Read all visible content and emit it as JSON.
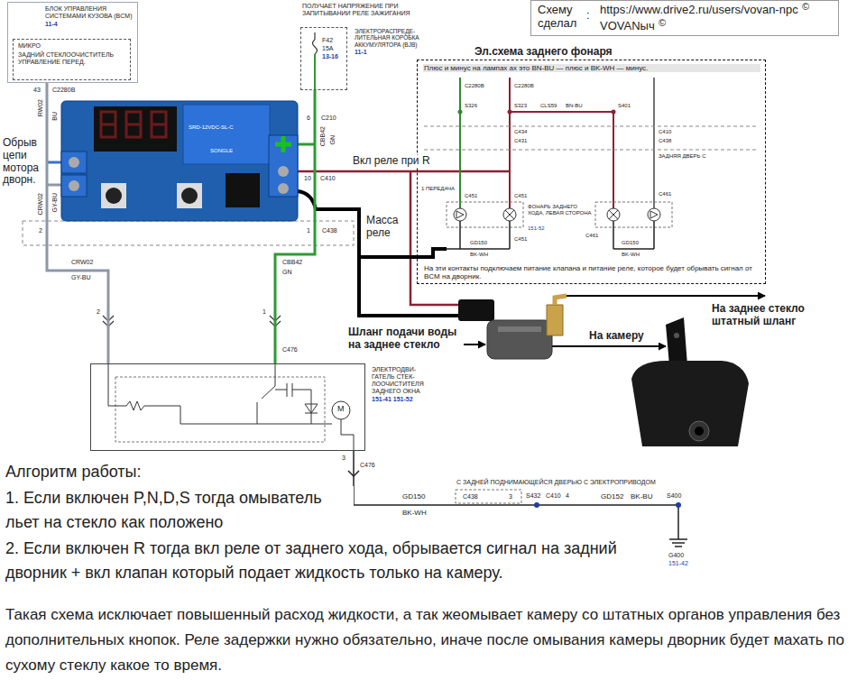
{
  "diagram": {
    "nodes": [
      {
        "text": [
          "БЛОК УПРАВЛЕНИЯ СИСТЕМАМИ КУЗОВА (BCM)",
          "11-4"
        ]
      },
      {
        "text": [
          "МИКРО",
          "ЗАДНИЙ СТЕКЛООЧИСТИТЕЛЬ УПРАВЛЕНИЕ ПЕРЕД."
        ],
        "in": 0
      },
      {
        "text": [
          "ПОЛУЧАЕТ НАПРЯЖЕНИЕ ПРИ ЗАПИТЫВАНИИ РЕЛЕ ЗАЖИГАНИЯ",
          "ЭЛЕКТРОРАСПРЕДЕ- ЛИТЕЛЬНАЯ КОРОБКА АККУМУЛЯТОРА (BJB)",
          "11-1",
          "F42",
          "15A",
          "13-16"
        ]
      },
      {
        "text": [
          "Схему сделал",
          ":",
          "https://www.drive2.ru/users/vovan-npc",
          "©",
          "VOVANыч",
          "©"
        ]
      },
      {
        "text": [
          "Эл.схема заднего фонаря",
          "Плюс и минус на лампах ах это BN-BU — плюс и BK-WH — минус.",
          "На эти контакты подключаем питание клапана и питание реле, которое будет обрывать сигнал от BCM на дворник."
        ]
      },
      {
        "text": [
          "ЭЛЕКТРОДВИ- ГАТЕЛЬ СТЕК- ЛООЧИСТИТЕЛЯ ЗАДНЕГО ОКНА",
          "151-41 151-52"
        ]
      }
    ],
    "edges": [
      {
        "from": 0,
        "to": 5,
        "arrow": "none"
      },
      {
        "from": 2,
        "to": 5,
        "arrow": "none"
      }
    ],
    "labels": [
      "43",
      "C2280B",
      "RW02",
      "BU",
      "Обрыв цепи мотора дворн.",
      "SRD-12VDC-SL-C",
      "SONGLE",
      "6",
      "C210",
      "CBB42",
      "GN",
      "Вкл реле при R",
      "10",
      "C410",
      "2",
      "1",
      "C438",
      "CRW02",
      "GY-BU",
      "Масса реле",
      "CRW02",
      "GY-BU",
      "CBB42",
      "GN",
      "2",
      "1",
      "C476",
      "M",
      "3",
      "C476",
      "GD150",
      "BK-WH",
      "С ЗАДНЕЙ ПОДНИМАЮЩЕЙСЯ ДВЕРЬЮ С ЭЛЕКТРОПРИВОДОМ",
      "C438",
      "3",
      "S432",
      "C410",
      "4",
      "GD152",
      "BK-BU",
      "S400",
      "G400",
      "151-42",
      "Шланг подачи воды на заднее стекло",
      "На камеру",
      "На заднее стекло штатный шланг",
      "Алгоритм работы:",
      "1. Если включен P,N,D,S тогда омыватель льет на стекло как положено",
      "2. Если включен R тогда вкл реле от заднего хода, обрывается сигнал на задний дворник + вкл клапан который подает жидкость только на камеру.",
      "Такая схема исключает повышенный расход жидкости, а так жеомывает камеру со штатных органов управления без дополнительных кнопок. Реле задержки нужно обязательно, иначе после омывания камеры дворник будет махать по сухому стеклу какое то время.",
      "C2280B",
      "C2280B",
      "S326",
      "S323",
      "CLS59",
      "BN-BU",
      "S401",
      "C434",
      "C431",
      "C410",
      "C438",
      "ЗАДНЯЯ ДВЕРЬ С",
      "1 ПЕРЕДАЧА",
      "C451",
      "C451",
      "ФОНАРЬ ЗАДНЕГО ХОДА, ЛЕВАЯ СТОРОНА",
      "151-52",
      "C451",
      "GD150",
      "BK-WH",
      "C461",
      "GD150",
      "BK-WH",
      "C461"
    ]
  }
}
